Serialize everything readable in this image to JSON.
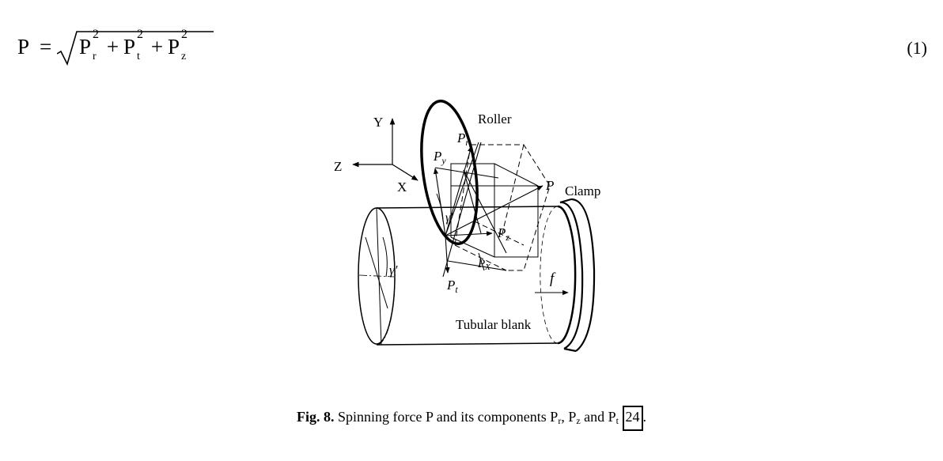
{
  "equation": {
    "lhs": "P",
    "eq": "=",
    "terms": [
      {
        "base": "P",
        "sub": "r",
        "sup": "2"
      },
      {
        "base": "P",
        "sub": "t",
        "sup": "2"
      },
      {
        "base": "P",
        "sub": "z",
        "sup": "2"
      }
    ],
    "plus": "+",
    "number": "(1)"
  },
  "figure": {
    "labels": {
      "y_axis": "Y",
      "z_axis": "Z",
      "x_axis": "X",
      "roller": "Roller",
      "clamp": "Clamp",
      "tubular_blank": "Tubular blank",
      "P": "P",
      "Pr": "P",
      "Pr_sub": "r",
      "Py": "P",
      "Py_sub": "y",
      "Pz": "P",
      "Pz_sub": "z",
      "Px": "P",
      "Px_sub": "X",
      "Pt": "P",
      "Pt_sub": "t",
      "gamma": "γ'",
      "f": "f"
    }
  },
  "caption": {
    "label": "Fig. 8.",
    "text": " Spinning force P and its components P",
    "s1": "r",
    "t2": ", P",
    "s2": "z",
    "t3": " and P",
    "s3": "t",
    "space": " ",
    "citation": "24",
    "end": "."
  }
}
